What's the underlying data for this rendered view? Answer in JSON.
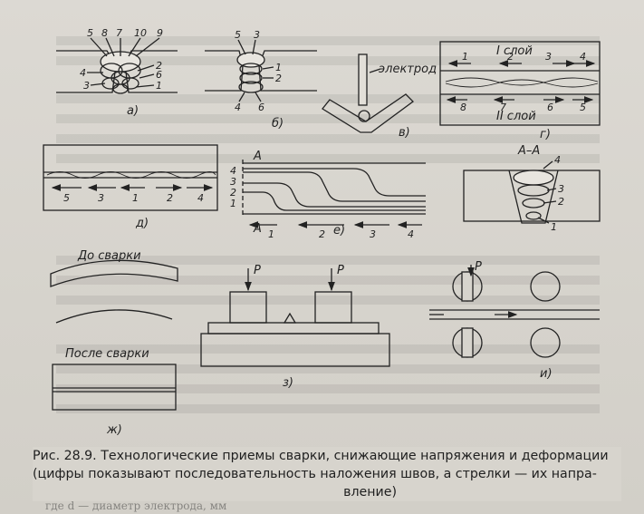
{
  "figure": {
    "sublabels": {
      "a": "а)",
      "b": "б)",
      "v": "в)",
      "g": "г)",
      "d": "д)",
      "e": "е)",
      "zh": "ж)",
      "z": "з)",
      "i": "и)"
    },
    "a_numbers": [
      "5",
      "8",
      "7",
      "10",
      "9",
      "4",
      "2",
      "6",
      "3",
      "1"
    ],
    "b_numbers": [
      "5",
      "3",
      "1",
      "2",
      "4",
      "6"
    ],
    "v_text": "электрод",
    "g_labels": {
      "layer1": "I слой",
      "layer2": "II слой"
    },
    "g_top_numbers": [
      "1",
      "2",
      "3",
      "4"
    ],
    "g_bottom_numbers": [
      "8",
      "7",
      "6",
      "5"
    ],
    "d_numbers": [
      "5",
      "3",
      "1",
      "2",
      "4"
    ],
    "e_section": "А",
    "e_left_numbers": [
      "4",
      "3",
      "2",
      "1"
    ],
    "e_bottom_numbers": [
      "1",
      "2",
      "3",
      "4"
    ],
    "section_title": "А–А",
    "section_numbers": [
      "4",
      "3",
      "2",
      "1"
    ],
    "zh_before": "До сварки",
    "zh_after": "После сварки",
    "force": "P"
  },
  "caption": {
    "line1": "Рис. 28.9. Технологические приемы сварки, снижающие напряжения и деформации",
    "line2": "(цифры показывают последовательность наложения швов, а стрелки — их напра-",
    "line3": "вление)"
  },
  "footer_text": "где d — диаметр электрода, мм"
}
